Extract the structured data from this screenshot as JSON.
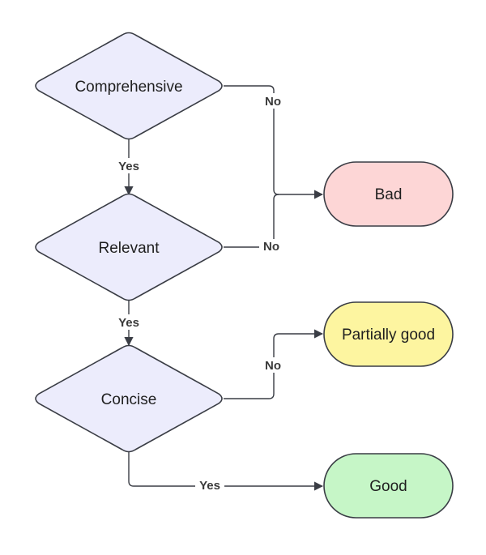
{
  "colors": {
    "decision_fill": "#ececfc",
    "bad_fill": "#fdd6d6",
    "partial_fill": "#fdf5a0",
    "good_fill": "#c6f6c7",
    "stroke": "#3a3d45"
  },
  "nodes": {
    "comprehensive": "Comprehensive",
    "relevant": "Relevant",
    "concise": "Concise",
    "bad": "Bad",
    "partially_good": "Partially good",
    "good": "Good"
  },
  "edges": {
    "comprehensive_no": "No",
    "comprehensive_yes": "Yes",
    "relevant_no": "No",
    "relevant_yes": "Yes",
    "concise_no": "No",
    "concise_yes": "Yes"
  }
}
